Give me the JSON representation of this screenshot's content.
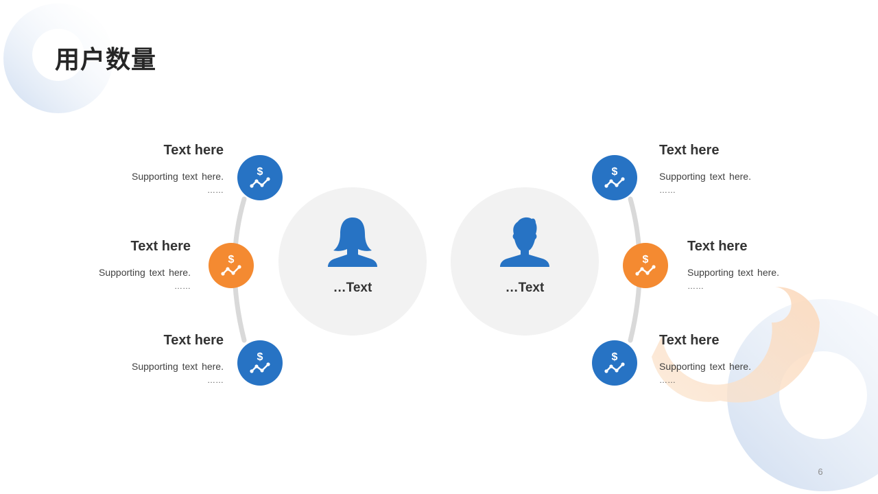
{
  "slide": {
    "title": "用户数量",
    "page_number": "6",
    "colors": {
      "blue": "#2773c4",
      "orange": "#f48a31",
      "circle_bg": "#f2f2f2",
      "arc": "#d9d9d9"
    }
  },
  "profiles": [
    {
      "icon": "female-user-icon",
      "label": "…Text"
    },
    {
      "icon": "male-user-icon",
      "label": "…Text"
    }
  ],
  "left_items": [
    {
      "heading": "Text here",
      "text": "Supporting text here.",
      "dots": "……",
      "icon": "dollar-chart-icon",
      "color": "blue"
    },
    {
      "heading": "Text here",
      "text": "Supporting text here.",
      "dots": "……",
      "icon": "dollar-chart-icon",
      "color": "orange"
    },
    {
      "heading": "Text here",
      "text": "Supporting text here.",
      "dots": "……",
      "icon": "dollar-chart-icon",
      "color": "blue"
    }
  ],
  "right_items": [
    {
      "heading": "Text here",
      "text": "Supporting text here.",
      "dots": "……",
      "icon": "dollar-chart-icon",
      "color": "blue"
    },
    {
      "heading": "Text here",
      "text": "Supporting text here.",
      "dots": "……",
      "icon": "dollar-chart-icon",
      "color": "orange"
    },
    {
      "heading": "Text here",
      "text": "Supporting text here.",
      "dots": "……",
      "icon": "dollar-chart-icon",
      "color": "blue"
    }
  ]
}
